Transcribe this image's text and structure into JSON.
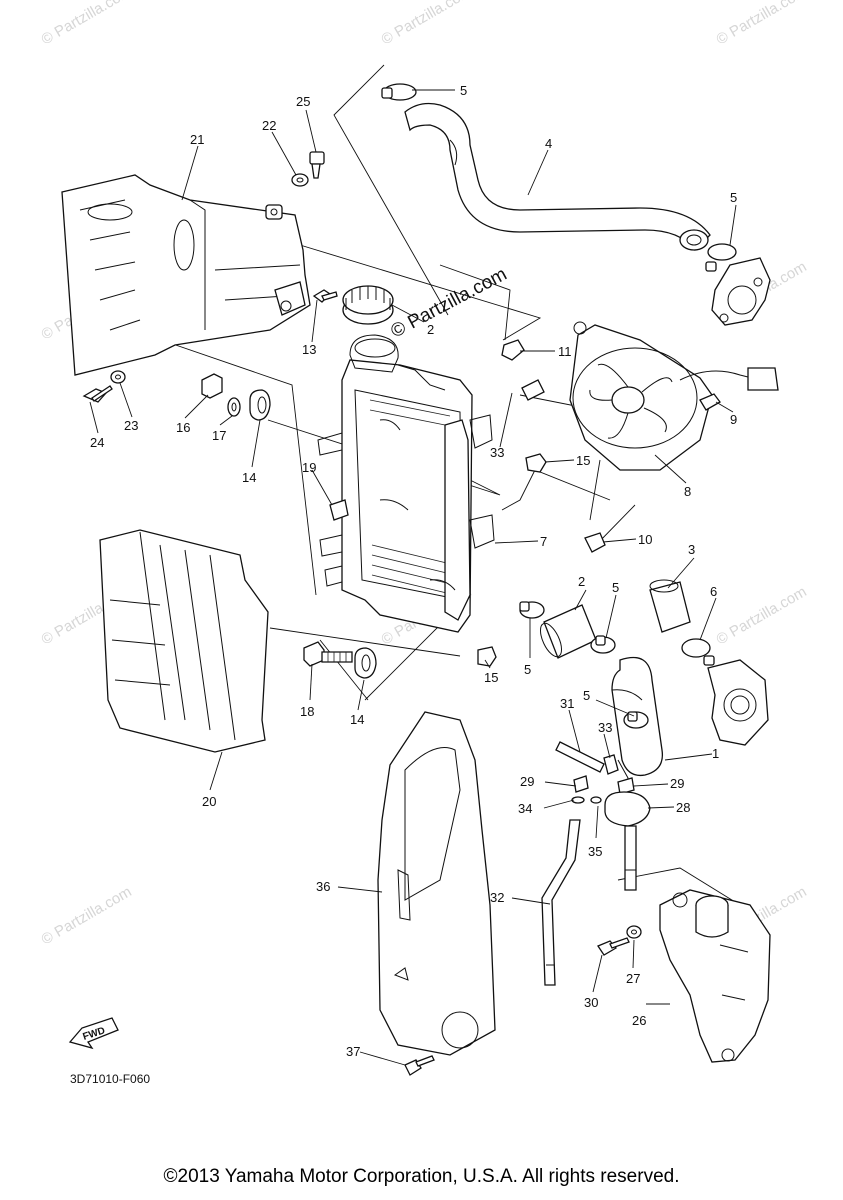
{
  "watermark": "© Partzilla.com",
  "watermark_main": "© Partzilla.com",
  "diagram_code": "3D71010-F060",
  "fwd_label": "FWD",
  "copyright": "©2013 Yamaha Motor Corporation, U.S.A. All rights reserved.",
  "callouts": {
    "c1": "1",
    "c2a": "2",
    "c2b": "2",
    "c3": "3",
    "c4": "4",
    "c5a": "5",
    "c5b": "5",
    "c5c": "5",
    "c5d": "5",
    "c5e": "5",
    "c6": "6",
    "c7": "7",
    "c8": "8",
    "c9": "9",
    "c10": "10",
    "c11": "11",
    "c13": "13",
    "c14a": "14",
    "c14b": "14",
    "c15a": "15",
    "c15b": "15",
    "c16": "16",
    "c17": "17",
    "c18": "18",
    "c19": "19",
    "c20": "20",
    "c21": "21",
    "c22": "22",
    "c23": "23",
    "c24": "24",
    "c25": "25",
    "c26": "26",
    "c27": "27",
    "c28": "28",
    "c29a": "29",
    "c29b": "29",
    "c30": "30",
    "c31": "31",
    "c32": "32",
    "c33a": "33",
    "c33b": "33",
    "c34": "34",
    "c35": "35",
    "c36": "36",
    "c37": "37"
  }
}
